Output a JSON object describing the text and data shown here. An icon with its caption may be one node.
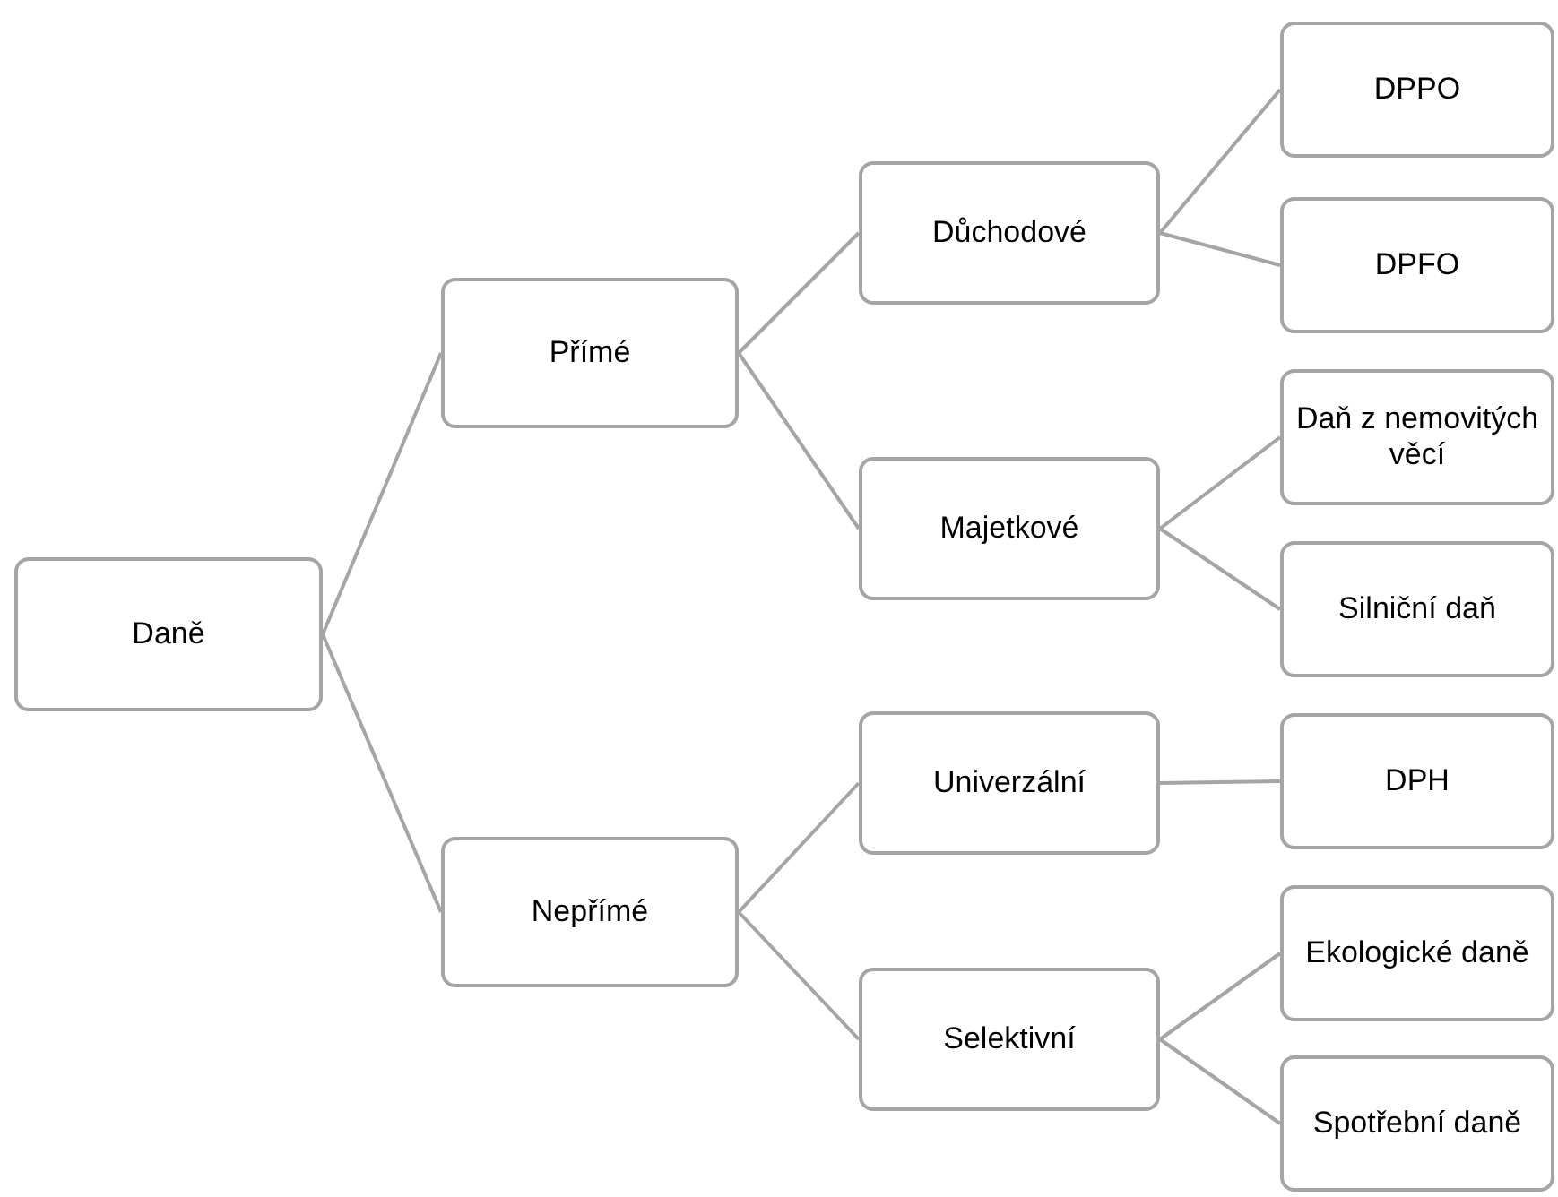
{
  "diagram": {
    "nodes": [
      {
        "text": [
          "Daně"
        ]
      },
      {
        "text": [
          "Přímé"
        ]
      },
      {
        "text": [
          "Nepřímé"
        ]
      },
      {
        "text": [
          "Důchodové"
        ]
      },
      {
        "text": [
          "Majetkové"
        ]
      },
      {
        "text": [
          "Univerzální"
        ]
      },
      {
        "text": [
          "Selektivní"
        ]
      },
      {
        "text": [
          "DPPO"
        ]
      },
      {
        "text": [
          "DPFO"
        ]
      },
      {
        "text": [
          "Daň z nemovitých věcí"
        ]
      },
      {
        "text": [
          "Silniční daň"
        ]
      },
      {
        "text": [
          "DPH"
        ]
      },
      {
        "text": [
          "Ekologické daně"
        ]
      },
      {
        "text": [
          "Spotřební daně"
        ]
      }
    ],
    "edges": [
      {
        "from": 0,
        "to": 1,
        "arrow": "none"
      },
      {
        "from": 0,
        "to": 2,
        "arrow": "none"
      },
      {
        "from": 1,
        "to": 3,
        "arrow": "none"
      },
      {
        "from": 1,
        "to": 4,
        "arrow": "none"
      },
      {
        "from": 2,
        "to": 5,
        "arrow": "none"
      },
      {
        "from": 2,
        "to": 6,
        "arrow": "none"
      },
      {
        "from": 3,
        "to": 7,
        "arrow": "none"
      },
      {
        "from": 3,
        "to": 8,
        "arrow": "none"
      },
      {
        "from": 4,
        "to": 9,
        "arrow": "none"
      },
      {
        "from": 4,
        "to": 10,
        "arrow": "none"
      },
      {
        "from": 5,
        "to": 11,
        "arrow": "none"
      },
      {
        "from": 6,
        "to": 12,
        "arrow": "none"
      },
      {
        "from": 6,
        "to": 13,
        "arrow": "none"
      }
    ]
  }
}
